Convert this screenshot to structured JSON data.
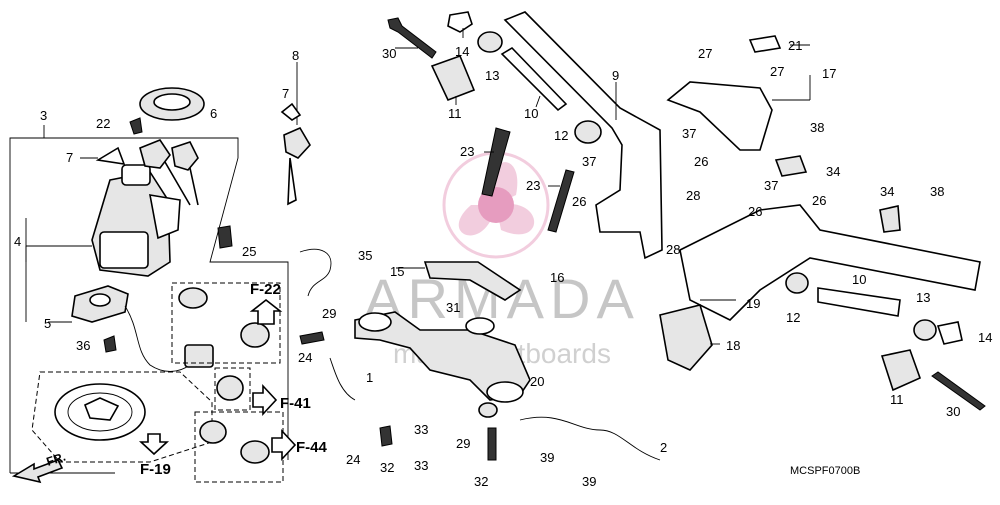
{
  "watermark": {
    "brand": "ARMADA",
    "tagline": "marine outboards"
  },
  "diagram_code": "MCSPF0700B",
  "front_marker": "FR.",
  "refs": [
    "F-22",
    "F-41",
    "F-44",
    "F-19"
  ],
  "labels": [
    "30",
    "14",
    "13",
    "9",
    "10",
    "11",
    "12",
    "23",
    "23",
    "26",
    "37",
    "26",
    "37",
    "28",
    "28",
    "26",
    "26",
    "27",
    "27",
    "21",
    "17",
    "38",
    "34",
    "37",
    "34",
    "38",
    "8",
    "7",
    "3",
    "22",
    "6",
    "7",
    "4",
    "5",
    "36",
    "25",
    "35",
    "29",
    "24",
    "1",
    "15",
    "31",
    "16",
    "19",
    "10",
    "13",
    "14",
    "12",
    "18",
    "11",
    "30",
    "20",
    "33",
    "29",
    "24",
    "32",
    "33",
    "32",
    "39",
    "39",
    "2"
  ]
}
